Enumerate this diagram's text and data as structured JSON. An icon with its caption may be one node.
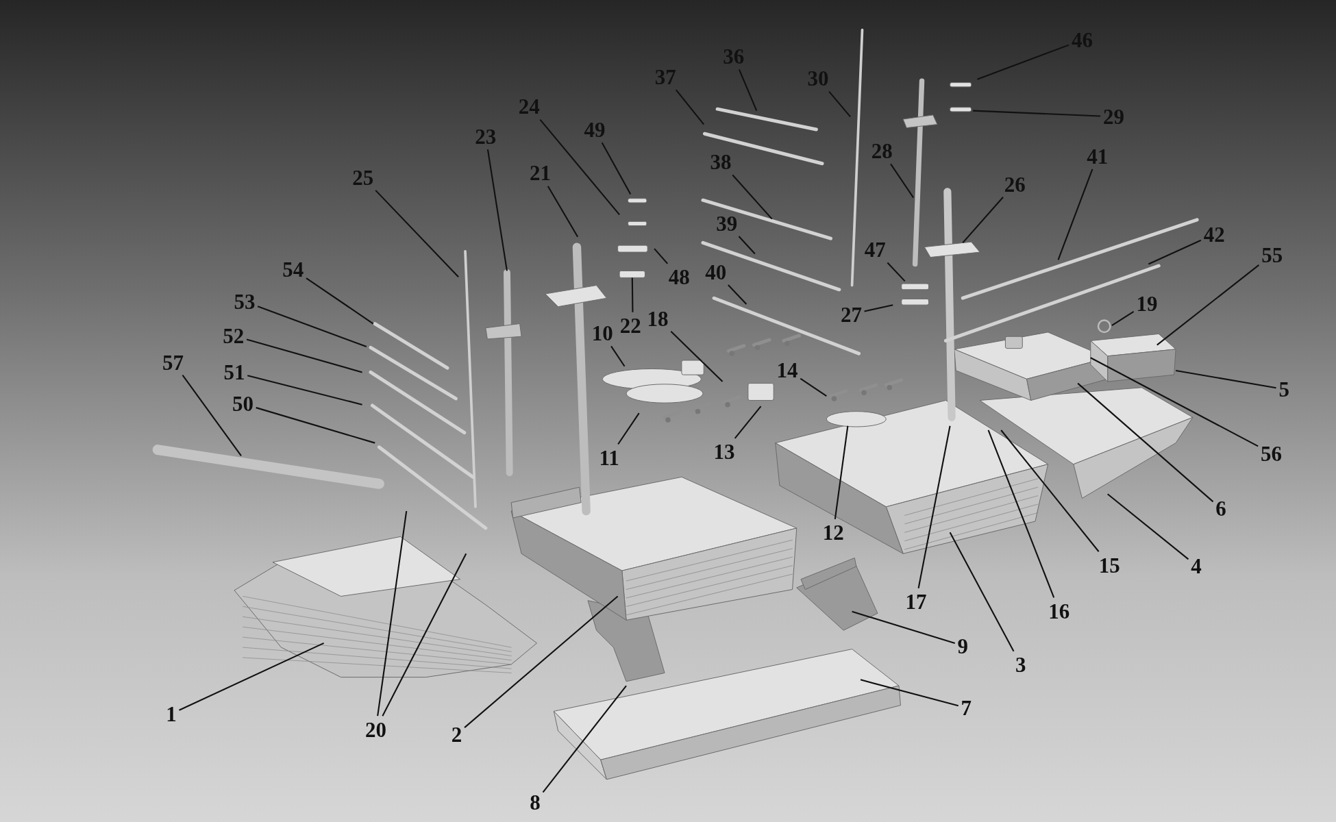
{
  "diagram": {
    "nodes": [
      {
        "text": [
          "1"
        ]
      },
      {
        "text": [
          "2"
        ]
      },
      {
        "text": [
          "3"
        ]
      },
      {
        "text": [
          "4"
        ]
      },
      {
        "text": [
          "5"
        ]
      },
      {
        "text": [
          "6"
        ]
      },
      {
        "text": [
          "7"
        ]
      },
      {
        "text": [
          "8"
        ]
      },
      {
        "text": [
          "9"
        ]
      },
      {
        "text": [
          "10"
        ]
      },
      {
        "text": [
          "11"
        ]
      },
      {
        "text": [
          "12"
        ]
      },
      {
        "text": [
          "13"
        ]
      },
      {
        "text": [
          "14"
        ]
      },
      {
        "text": [
          "15"
        ]
      },
      {
        "text": [
          "16"
        ]
      },
      {
        "text": [
          "17"
        ]
      },
      {
        "text": [
          "18"
        ]
      },
      {
        "text": [
          "19"
        ]
      },
      {
        "text": [
          "20"
        ]
      },
      {
        "text": [
          "21"
        ]
      },
      {
        "text": [
          "22"
        ]
      },
      {
        "text": [
          "23"
        ]
      },
      {
        "text": [
          "24"
        ]
      },
      {
        "text": [
          "25"
        ]
      },
      {
        "text": [
          "26"
        ]
      },
      {
        "text": [
          "27"
        ]
      },
      {
        "text": [
          "28"
        ]
      },
      {
        "text": [
          "29"
        ]
      },
      {
        "text": [
          "30"
        ]
      },
      {
        "text": [
          "36"
        ]
      },
      {
        "text": [
          "37"
        ]
      },
      {
        "text": [
          "38"
        ]
      },
      {
        "text": [
          "39"
        ]
      },
      {
        "text": [
          "40"
        ]
      },
      {
        "text": [
          "41"
        ]
      },
      {
        "text": [
          "42"
        ]
      },
      {
        "text": [
          "46"
        ]
      },
      {
        "text": [
          "47"
        ]
      },
      {
        "text": [
          "48"
        ]
      },
      {
        "text": [
          "49"
        ]
      },
      {
        "text": [
          "50"
        ]
      },
      {
        "text": [
          "51"
        ]
      },
      {
        "text": [
          "52"
        ]
      },
      {
        "text": [
          "53"
        ]
      },
      {
        "text": [
          "54"
        ]
      },
      {
        "text": [
          "55"
        ]
      },
      {
        "text": [
          "56"
        ]
      },
      {
        "text": [
          "57"
        ]
      },
      {
        "text": [],
        "shape": "box"
      }
    ],
    "edges": [
      {
        "from": 0,
        "to": null,
        "arrow": "none"
      },
      {
        "from": 1,
        "to": null,
        "arrow": "none"
      },
      {
        "from": 2,
        "to": null,
        "arrow": "none"
      },
      {
        "from": 3,
        "to": null,
        "arrow": "none"
      },
      {
        "from": 4,
        "to": null,
        "arrow": "none"
      },
      {
        "from": 5,
        "to": null,
        "arrow": "none"
      },
      {
        "from": 6,
        "to": null,
        "arrow": "none"
      },
      {
        "from": 7,
        "to": null,
        "arrow": "none"
      },
      {
        "from": 8,
        "to": null,
        "arrow": "none"
      },
      {
        "from": 9,
        "to": null,
        "arrow": "none"
      },
      {
        "from": 10,
        "to": null,
        "arrow": "none"
      },
      {
        "from": 11,
        "to": null,
        "arrow": "none"
      },
      {
        "from": 12,
        "to": null,
        "arrow": "none"
      },
      {
        "from": 13,
        "to": null,
        "arrow": "none"
      },
      {
        "from": 14,
        "to": null,
        "arrow": "none"
      },
      {
        "from": 15,
        "to": null,
        "arrow": "none"
      },
      {
        "from": 16,
        "to": null,
        "arrow": "none"
      },
      {
        "from": 17,
        "to": null,
        "arrow": "none"
      },
      {
        "from": 18,
        "to": null,
        "arrow": "none"
      },
      {
        "from": 19,
        "to": null,
        "arrow": "none"
      },
      {
        "from": 19,
        "to": null,
        "arrow": "none"
      },
      {
        "from": 20,
        "to": null,
        "arrow": "none"
      },
      {
        "from": 21,
        "to": 49,
        "arrow": "none"
      },
      {
        "from": 22,
        "to": null,
        "arrow": "none"
      },
      {
        "from": 23,
        "to": null,
        "arrow": "none"
      },
      {
        "from": 24,
        "to": null,
        "arrow": "none"
      },
      {
        "from": 25,
        "to": null,
        "arrow": "none"
      },
      {
        "from": 26,
        "to": null,
        "arrow": "none"
      },
      {
        "from": 27,
        "to": null,
        "arrow": "none"
      },
      {
        "from": 28,
        "to": null,
        "arrow": "none"
      },
      {
        "from": 29,
        "to": null,
        "arrow": "none"
      },
      {
        "from": 30,
        "to": null,
        "arrow": "none"
      },
      {
        "from": 31,
        "to": null,
        "arrow": "none"
      },
      {
        "from": 32,
        "to": null,
        "arrow": "none"
      },
      {
        "from": 33,
        "to": null,
        "arrow": "none"
      },
      {
        "from": 34,
        "to": null,
        "arrow": "none"
      },
      {
        "from": 35,
        "to": null,
        "arrow": "none"
      },
      {
        "from": 36,
        "to": null,
        "arrow": "none"
      },
      {
        "from": 37,
        "to": null,
        "arrow": "none"
      },
      {
        "from": 38,
        "to": null,
        "arrow": "none"
      },
      {
        "from": 39,
        "to": null,
        "arrow": "none"
      },
      {
        "from": 40,
        "to": null,
        "arrow": "none"
      },
      {
        "from": 41,
        "to": null,
        "arrow": "none"
      },
      {
        "from": 42,
        "to": null,
        "arrow": "none"
      },
      {
        "from": 43,
        "to": null,
        "arrow": "none"
      },
      {
        "from": 44,
        "to": null,
        "arrow": "none"
      },
      {
        "from": 45,
        "to": null,
        "arrow": "none"
      },
      {
        "from": 46,
        "to": null,
        "arrow": "none"
      },
      {
        "from": 47,
        "to": null,
        "arrow": "none"
      },
      {
        "from": 48,
        "to": null,
        "arrow": "none"
      }
    ]
  }
}
